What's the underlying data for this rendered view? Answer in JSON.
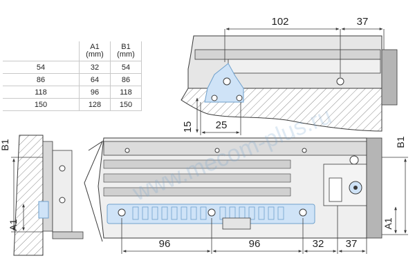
{
  "table": {
    "headers": [
      {
        "name": "A1",
        "unit": "(mm)"
      },
      {
        "name": "B1",
        "unit": "(mm)"
      }
    ],
    "rows": [
      {
        "size": "54",
        "a1": "32",
        "b1": "54"
      },
      {
        "size": "86",
        "a1": "64",
        "b1": "86"
      },
      {
        "size": "118",
        "a1": "96",
        "b1": "118"
      },
      {
        "size": "150",
        "a1": "128",
        "b1": "150"
      }
    ]
  },
  "dimensions": {
    "top_102": "102",
    "top_37": "37",
    "detail_15": "15",
    "detail_25": "25",
    "bottom_96_left": "96",
    "bottom_96_right": "96",
    "bottom_32": "32",
    "bottom_37": "37",
    "b1_left": "B1",
    "a1_left": "A1",
    "b1_right": "B1",
    "a1_right": "A1"
  },
  "watermark": "www.mecom-plus.ru",
  "colors": {
    "line": "#3a3a3a",
    "hatch": "#8a8a8a",
    "slide_blue": "#cfe3f7",
    "slide_blue_edge": "#6fa0cc",
    "metal": "#d8d8d8",
    "panel": "#b5b5b5"
  }
}
